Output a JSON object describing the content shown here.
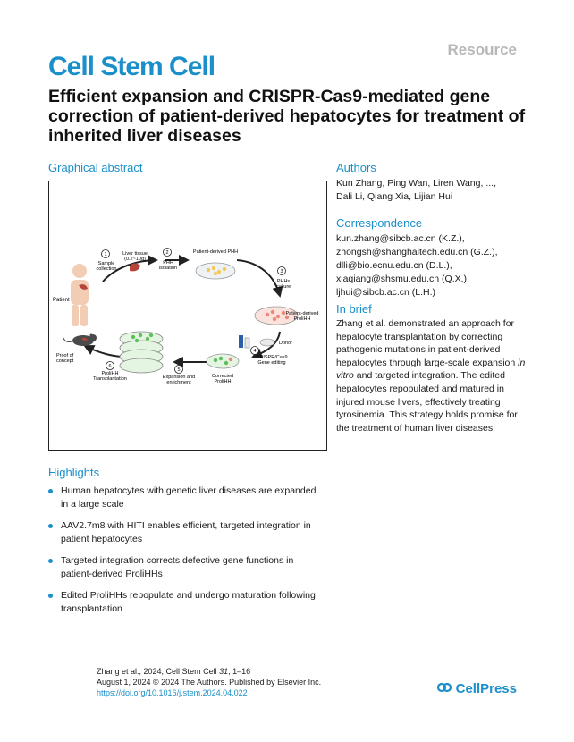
{
  "header": {
    "category": "Resource",
    "journal": "Cell Stem Cell",
    "title": "Efficient expansion and CRISPR-Cas9-mediated gene correction of patient-derived hepatocytes for treatment of inherited liver diseases"
  },
  "graphical_abstract": {
    "heading": "Graphical abstract",
    "labels": {
      "patient": "Patient",
      "step1": "1",
      "sample_line1": "Sample",
      "sample_line2": "collection",
      "liver_line1": "Liver tissue",
      "liver_line2": "(0.2~10g)",
      "step2": "2",
      "phh_line1": "PHH",
      "phh_line2": "isolation",
      "patient_phh": "Patient-derived PHH",
      "step3": "3",
      "culture_line1": "PHHs",
      "culture_line2": "culture",
      "prolihh_line1": "Patient-derived",
      "prolihh_line2": "ProliHH",
      "donor": "Donor",
      "step4": "4",
      "edit_line1": "CRISPR/Cas9",
      "edit_line2": "Gene editing",
      "corrected_line1": "Corrected",
      "corrected_line2": "ProliHH",
      "step5": "5",
      "expansion_line1": "Expansion and",
      "expansion_line2": "enrichment",
      "step6": "6",
      "transplant_line1": "ProliHH",
      "transplant_line2": "Transplantation",
      "proof_line1": "Proof of",
      "proof_line2": "concept"
    }
  },
  "authors": {
    "heading": "Authors",
    "line1": "Kun Zhang, Ping Wan, Liren Wang, ...,",
    "line2": "Dali Li, Qiang Xia, Lijian Hui"
  },
  "correspondence": {
    "heading": "Correspondence",
    "emails": [
      "kun.zhang@sibcb.ac.cn (K.Z.),",
      "zhongsh@shanghaitech.edu.cn (G.Z.),",
      "dlli@bio.ecnu.edu.cn (D.L.),",
      "xiaqiang@shsmu.edu.cn (Q.X.),",
      "ljhui@sibcb.ac.cn (L.H.)"
    ]
  },
  "in_brief": {
    "heading": "In brief",
    "text_before_italic": "Zhang et al. demonstrated an approach for hepatocyte transplantation by correcting pathogenic mutations in patient-derived hepatocytes through large-scale expansion ",
    "italic": "in vitro",
    "text_after_italic": " and targeted integration. The edited hepatocytes repopulated and matured in injured mouse livers, effectively treating tyrosinemia. This strategy holds promise for the treatment of human liver diseases."
  },
  "highlights": {
    "heading": "Highlights",
    "items": [
      "Human hepatocytes with genetic liver diseases are expanded in a large scale",
      "AAV2.7m8 with HITI enables efficient, targeted integration in patient hepatocytes",
      "Targeted integration corrects defective gene functions in patient-derived ProliHHs",
      "Edited ProliHHs repopulate and undergo maturation following transplantation"
    ]
  },
  "footer": {
    "citation_prefix": "Zhang et al., 2024, Cell Stem Cell ",
    "volume": "31",
    "citation_suffix": ", 1–16",
    "date_line": "August 1, 2024 © 2024 The Authors. Published by Elsevier Inc.",
    "doi": "https://doi.org/10.1016/j.stem.2024.04.022",
    "publisher": "CellPress"
  },
  "colors": {
    "accent": "#1a8fc9",
    "category_gray": "#b8b8b8",
    "liver": "#b5443a",
    "cells_green": "#5fbf5a",
    "cells_yellow": "#f2c95a",
    "cells_pink": "#f0857a"
  }
}
